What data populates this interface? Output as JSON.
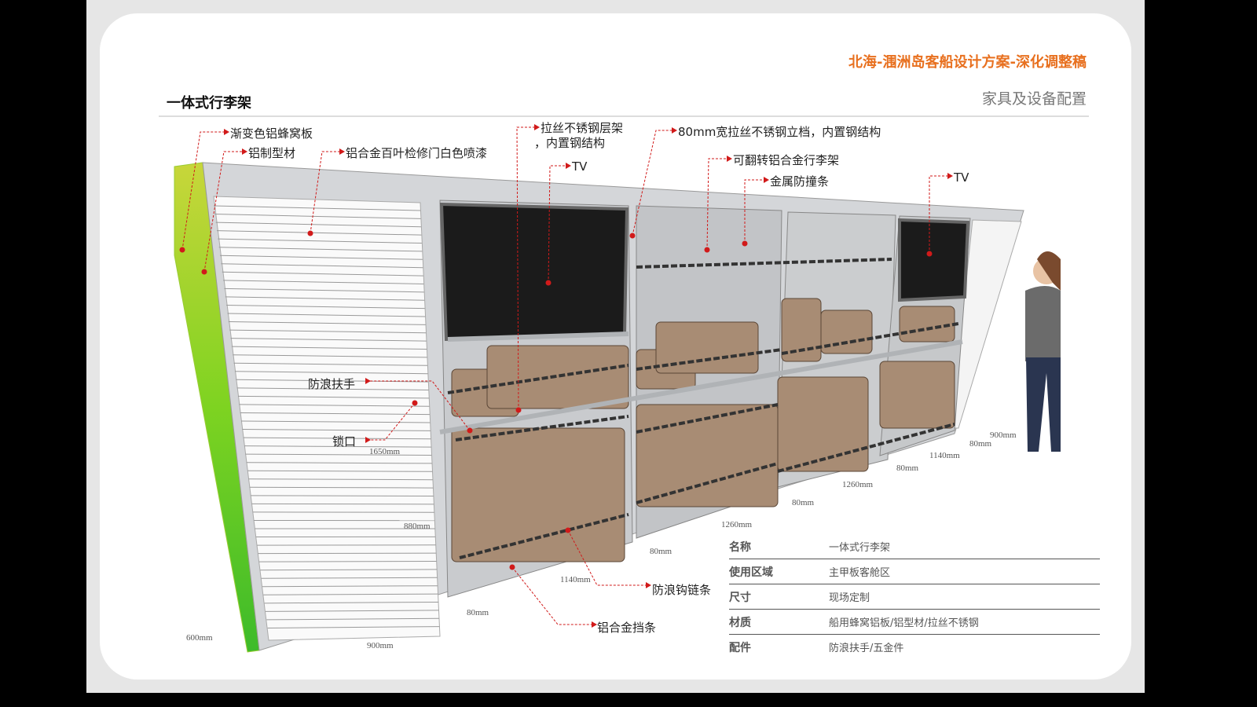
{
  "header": {
    "project": "北海-涠洲岛客船设计方案-深化调整稿",
    "section": "家具及设备配置",
    "title": "一体式行李架"
  },
  "callouts": [
    "渐变色铝蜂窝板",
    "铝制型材",
    "铝合金百叶检修门白色喷漆",
    "拉丝不锈钢层架",
    "，内置钢结构",
    "TV",
    "80mm宽拉丝不锈钢立档，内置钢结构",
    "可翻转铝合金行李架",
    "金属防撞条",
    "TV",
    "防浪扶手",
    "锁口",
    "防浪钩链条",
    "铝合金挡条"
  ],
  "dimensions": [
    "1650mm",
    "880mm",
    "600mm",
    "900mm",
    "80mm",
    "1140mm",
    "80mm",
    "1260mm",
    "80mm",
    "1260mm",
    "80mm",
    "1140mm",
    "80mm",
    "900mm"
  ],
  "spec": [
    {
      "k": "名称",
      "v": "一体式行李架"
    },
    {
      "k": "使用区域",
      "v": "主甲板客舱区"
    },
    {
      "k": "尺寸",
      "v": "现场定制"
    },
    {
      "k": "材质",
      "v": "船用蜂窝铝板/铝型材/拉丝不锈钢"
    },
    {
      "k": "配件",
      "v": "防浪扶手/五金件"
    }
  ],
  "colors": {
    "accent": "#e8701f",
    "callout": "#d11a1a",
    "green": "#5ecb2a"
  }
}
